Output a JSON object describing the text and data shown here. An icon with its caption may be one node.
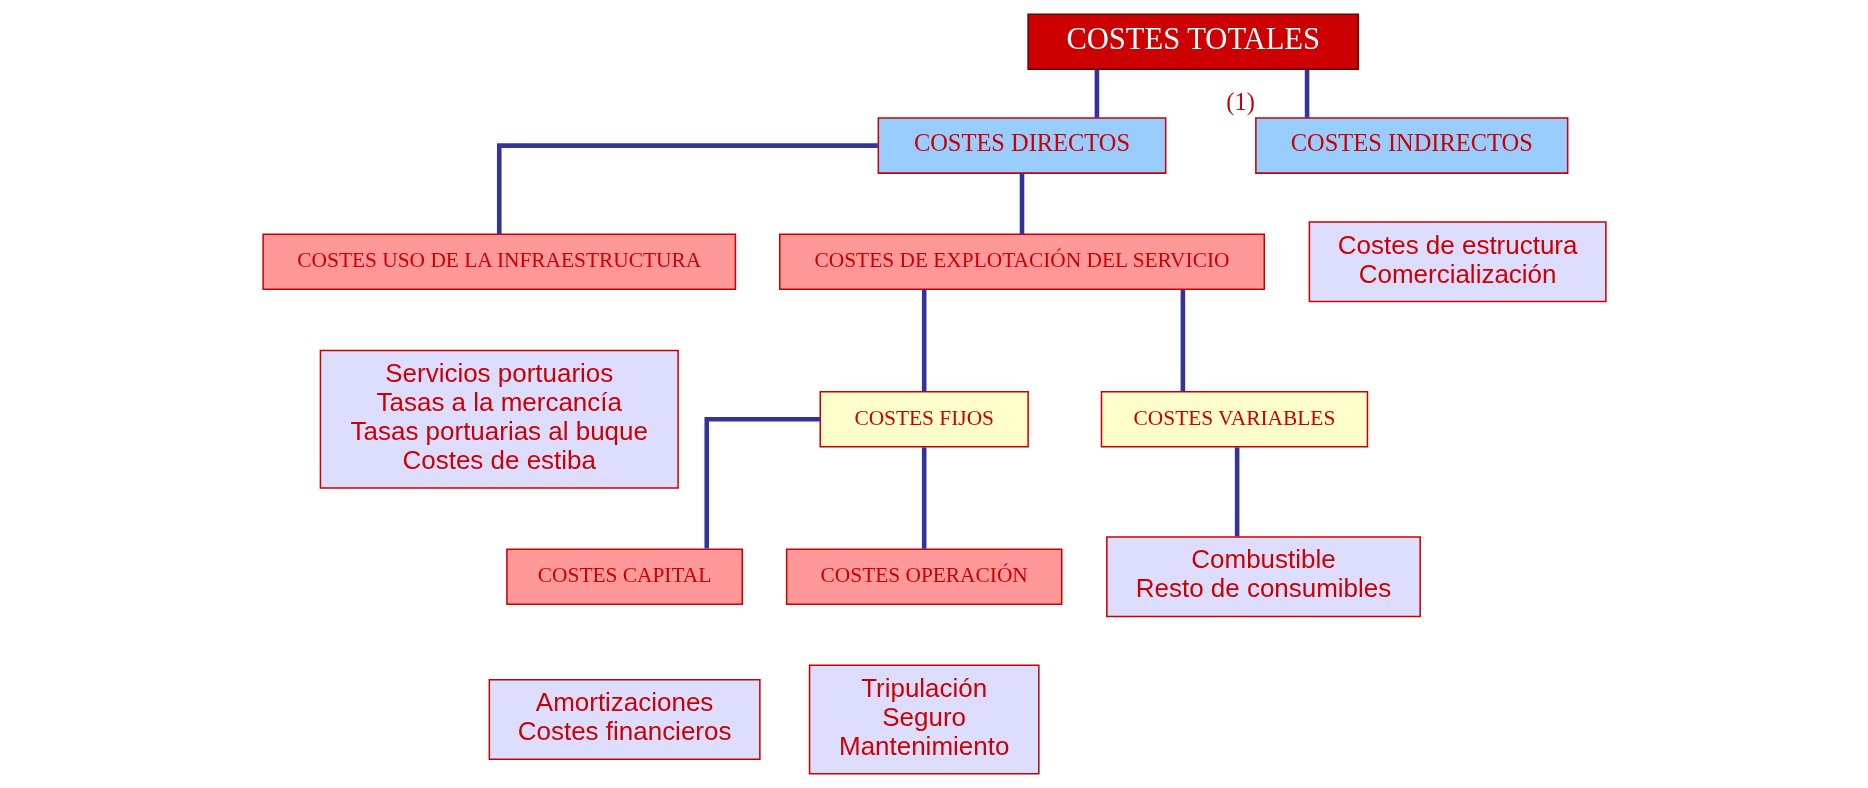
{
  "diagram": {
    "nodes": [
      {
        "text": [
          "COSTES TOTALES"
        ]
      },
      {
        "text": [
          "COSTES DIRECTOS"
        ]
      },
      {
        "text": [
          "COSTES INDIRECTOS"
        ],
        "beside": [
          "(1)"
        ]
      },
      {
        "text": [
          "Costes de estructura",
          "Comercialización"
        ]
      },
      {
        "text": [
          "COSTES USO DE LA INFRAESTRUCTURA"
        ]
      },
      {
        "text": [
          "Servicios portuarios",
          "Tasas a la mercancía",
          "Tasas portuarias al buque",
          "Costes de estiba"
        ]
      },
      {
        "text": [
          "COSTES DE EXPLOTACIÓN DEL SERVICIO"
        ]
      },
      {
        "text": [
          "COSTES FIJOS"
        ]
      },
      {
        "text": [
          "COSTES VARIABLES"
        ]
      },
      {
        "text": [
          "COSTES CAPITAL"
        ]
      },
      {
        "text": [
          "Amortizaciones",
          "Costes financieros"
        ]
      },
      {
        "text": [
          "COSTES OPERACIÓN"
        ]
      },
      {
        "text": [
          "Tripulación",
          "Seguro",
          "Mantenimiento"
        ]
      },
      {
        "text": [
          "Combustible",
          "Resto de consumibles"
        ]
      }
    ],
    "edges": [
      {
        "from": 0,
        "to": 1,
        "arrow": "none"
      },
      {
        "from": 0,
        "to": 2,
        "arrow": "none"
      },
      {
        "from": 1,
        "to": 4,
        "arrow": "none"
      },
      {
        "from": 1,
        "to": 6,
        "arrow": "none"
      },
      {
        "from": 6,
        "to": 7,
        "arrow": "none"
      },
      {
        "from": 6,
        "to": 8,
        "arrow": "none"
      },
      {
        "from": 7,
        "to": 9,
        "arrow": "none"
      },
      {
        "from": 7,
        "to": 11,
        "arrow": "none"
      },
      {
        "from": 8,
        "to": 13,
        "arrow": "none"
      }
    ]
  }
}
